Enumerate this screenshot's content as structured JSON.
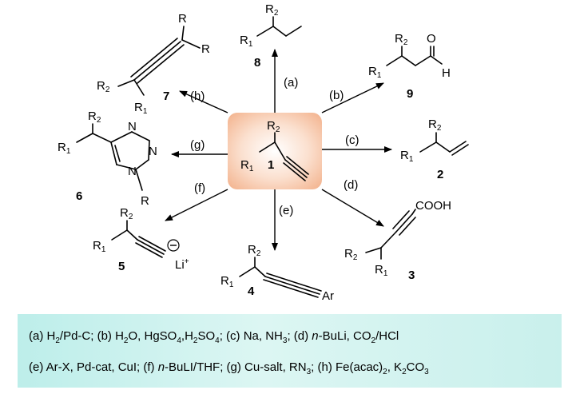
{
  "center_compound": {
    "number": "1",
    "r1": "R",
    "r1_sub": "1",
    "r2": "R",
    "r2_sub": "2"
  },
  "products": [
    {
      "id": "8",
      "arrow_label": "(a)",
      "substituents": [
        "R2",
        "R1"
      ]
    },
    {
      "id": "9",
      "arrow_label": "(b)",
      "substituents": [
        "R2",
        "R1",
        "O",
        "H"
      ]
    },
    {
      "id": "2",
      "arrow_label": "(c)",
      "substituents": [
        "R2",
        "R1"
      ]
    },
    {
      "id": "3",
      "arrow_label": "(d)",
      "substituents": [
        "COOH",
        "R2",
        "R1"
      ]
    },
    {
      "id": "4",
      "arrow_label": "(e)",
      "substituents": [
        "R2",
        "R1",
        "Ar"
      ]
    },
    {
      "id": "5",
      "arrow_label": "(f)",
      "substituents": [
        "R2",
        "R1",
        "Li+"
      ]
    },
    {
      "id": "6",
      "arrow_label": "(g)",
      "substituents": [
        "R2",
        "R1",
        "N",
        "N",
        "N",
        "R"
      ]
    },
    {
      "id": "7",
      "arrow_label": "(h)",
      "substituents": [
        "R",
        "R",
        "R2",
        "R1"
      ]
    }
  ],
  "conditions": {
    "line1": [
      {
        "t": "(a) H"
      },
      {
        "t": "2",
        "sub": true
      },
      {
        "t": "/Pd-C; (b) H"
      },
      {
        "t": "2",
        "sub": true
      },
      {
        "t": "O, HgSO"
      },
      {
        "t": "4",
        "sub": true
      },
      {
        "t": ",H"
      },
      {
        "t": "2",
        "sub": true
      },
      {
        "t": "SO"
      },
      {
        "t": "4",
        "sub": true
      },
      {
        "t": "; (c) Na, NH"
      },
      {
        "t": "3",
        "sub": true
      },
      {
        "t": "; (d) "
      },
      {
        "t": "n",
        "it": true
      },
      {
        "t": "-BuLi, CO"
      },
      {
        "t": "2",
        "sub": true
      },
      {
        "t": "/HCl"
      }
    ],
    "line2": [
      {
        "t": "(e) Ar-X, Pd-cat, CuI; (f) "
      },
      {
        "t": "n",
        "it": true
      },
      {
        "t": "-BuLI/THF; (g) Cu-salt, RN"
      },
      {
        "t": "3",
        "sub": true
      },
      {
        "t": "; (h) Fe(acac)"
      },
      {
        "t": "2",
        "sub": true
      },
      {
        "t": ", K"
      },
      {
        "t": "2",
        "sub": true
      },
      {
        "t": "CO"
      },
      {
        "t": "3",
        "sub": true
      }
    ]
  },
  "colors": {
    "center_box": "#f4b895",
    "conditions_box": "#c9f0ec"
  }
}
